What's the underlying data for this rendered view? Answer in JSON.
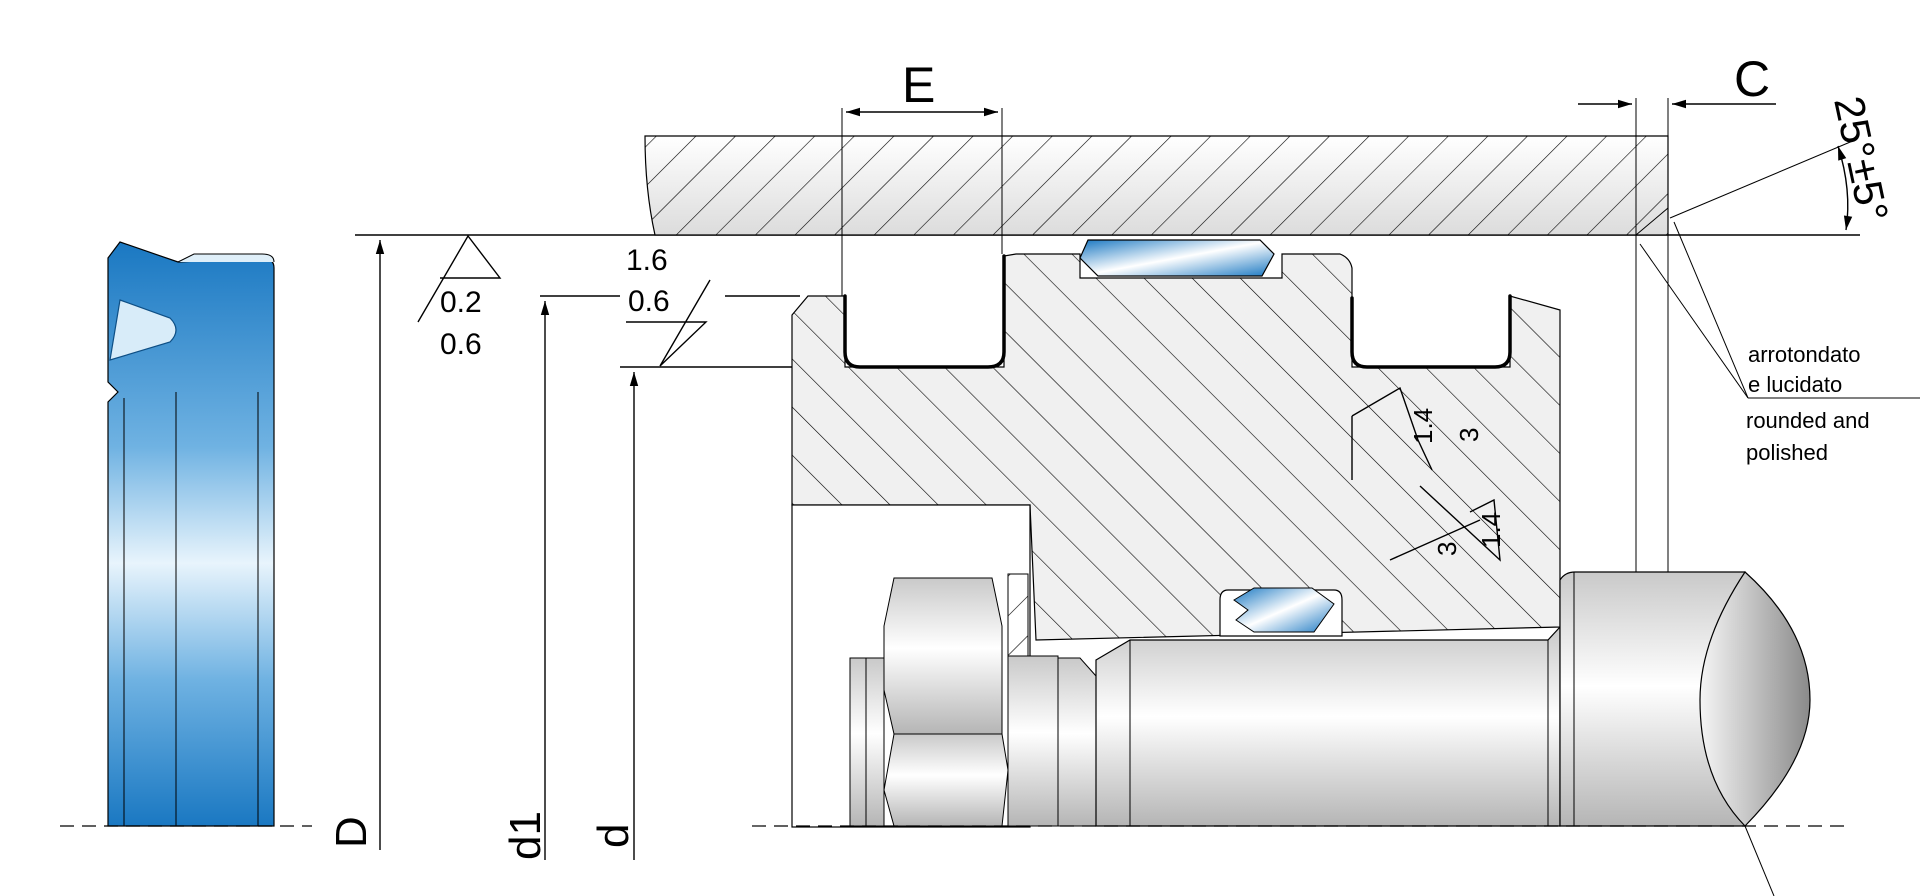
{
  "dimensions": {
    "E": "E",
    "C": "C",
    "D": "D",
    "d1": "d1",
    "d": "d",
    "angle": "25°±5°"
  },
  "roughness": {
    "housing_top": "0.2",
    "housing_bottom": "0.6",
    "rod_top": "1.6",
    "rod_bottom": "0.6",
    "groove_a_top": "1.4",
    "groove_a_bottom": "3",
    "groove_b_top": "1.4",
    "groove_b_bottom": "3"
  },
  "note": {
    "it_line1": "arrotondato",
    "it_line2": "e lucidato",
    "en_line1": "rounded and",
    "en_line2": "polished"
  },
  "colors": {
    "seal_blue": "#1a78c2",
    "seal_light": "#bfe0f5",
    "hatch": "#000000",
    "metal_dark": "#a8a8a8",
    "metal_light": "#f2f2f2"
  }
}
